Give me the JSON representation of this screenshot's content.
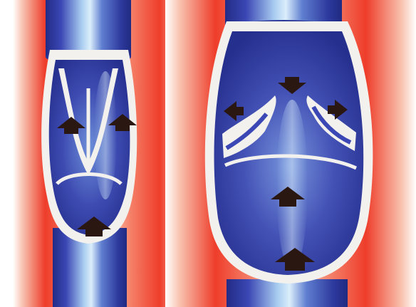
{
  "colors": {
    "background": "#ffffff",
    "tissue_red": "#ee3d2a",
    "tissue_pink": "#f7b9a4",
    "vein_blue": "#3a3fae",
    "vein_dark": "#1f2d8a",
    "vein_highlight": "#b7d7f3",
    "vein_light": "#8fb3e8",
    "wall_white": "#f3f1ee",
    "arrow": "#2a1712"
  },
  "diagram": {
    "panels": [
      {
        "id": "left",
        "description_icon": "healthy-vein-closed-valve",
        "arrows": [
          {
            "id": "left-arrow-1",
            "direction": "up"
          },
          {
            "id": "left-arrow-2",
            "direction": "up"
          },
          {
            "id": "left-arrow-3",
            "direction": "up"
          }
        ]
      },
      {
        "id": "right",
        "description_icon": "varicose-vein-open-valve",
        "arrows": [
          {
            "id": "right-arrow-1",
            "direction": "down"
          },
          {
            "id": "right-arrow-2",
            "direction": "left"
          },
          {
            "id": "right-arrow-3",
            "direction": "right"
          },
          {
            "id": "right-arrow-4",
            "direction": "up"
          },
          {
            "id": "right-arrow-5",
            "direction": "up"
          }
        ]
      }
    ]
  }
}
